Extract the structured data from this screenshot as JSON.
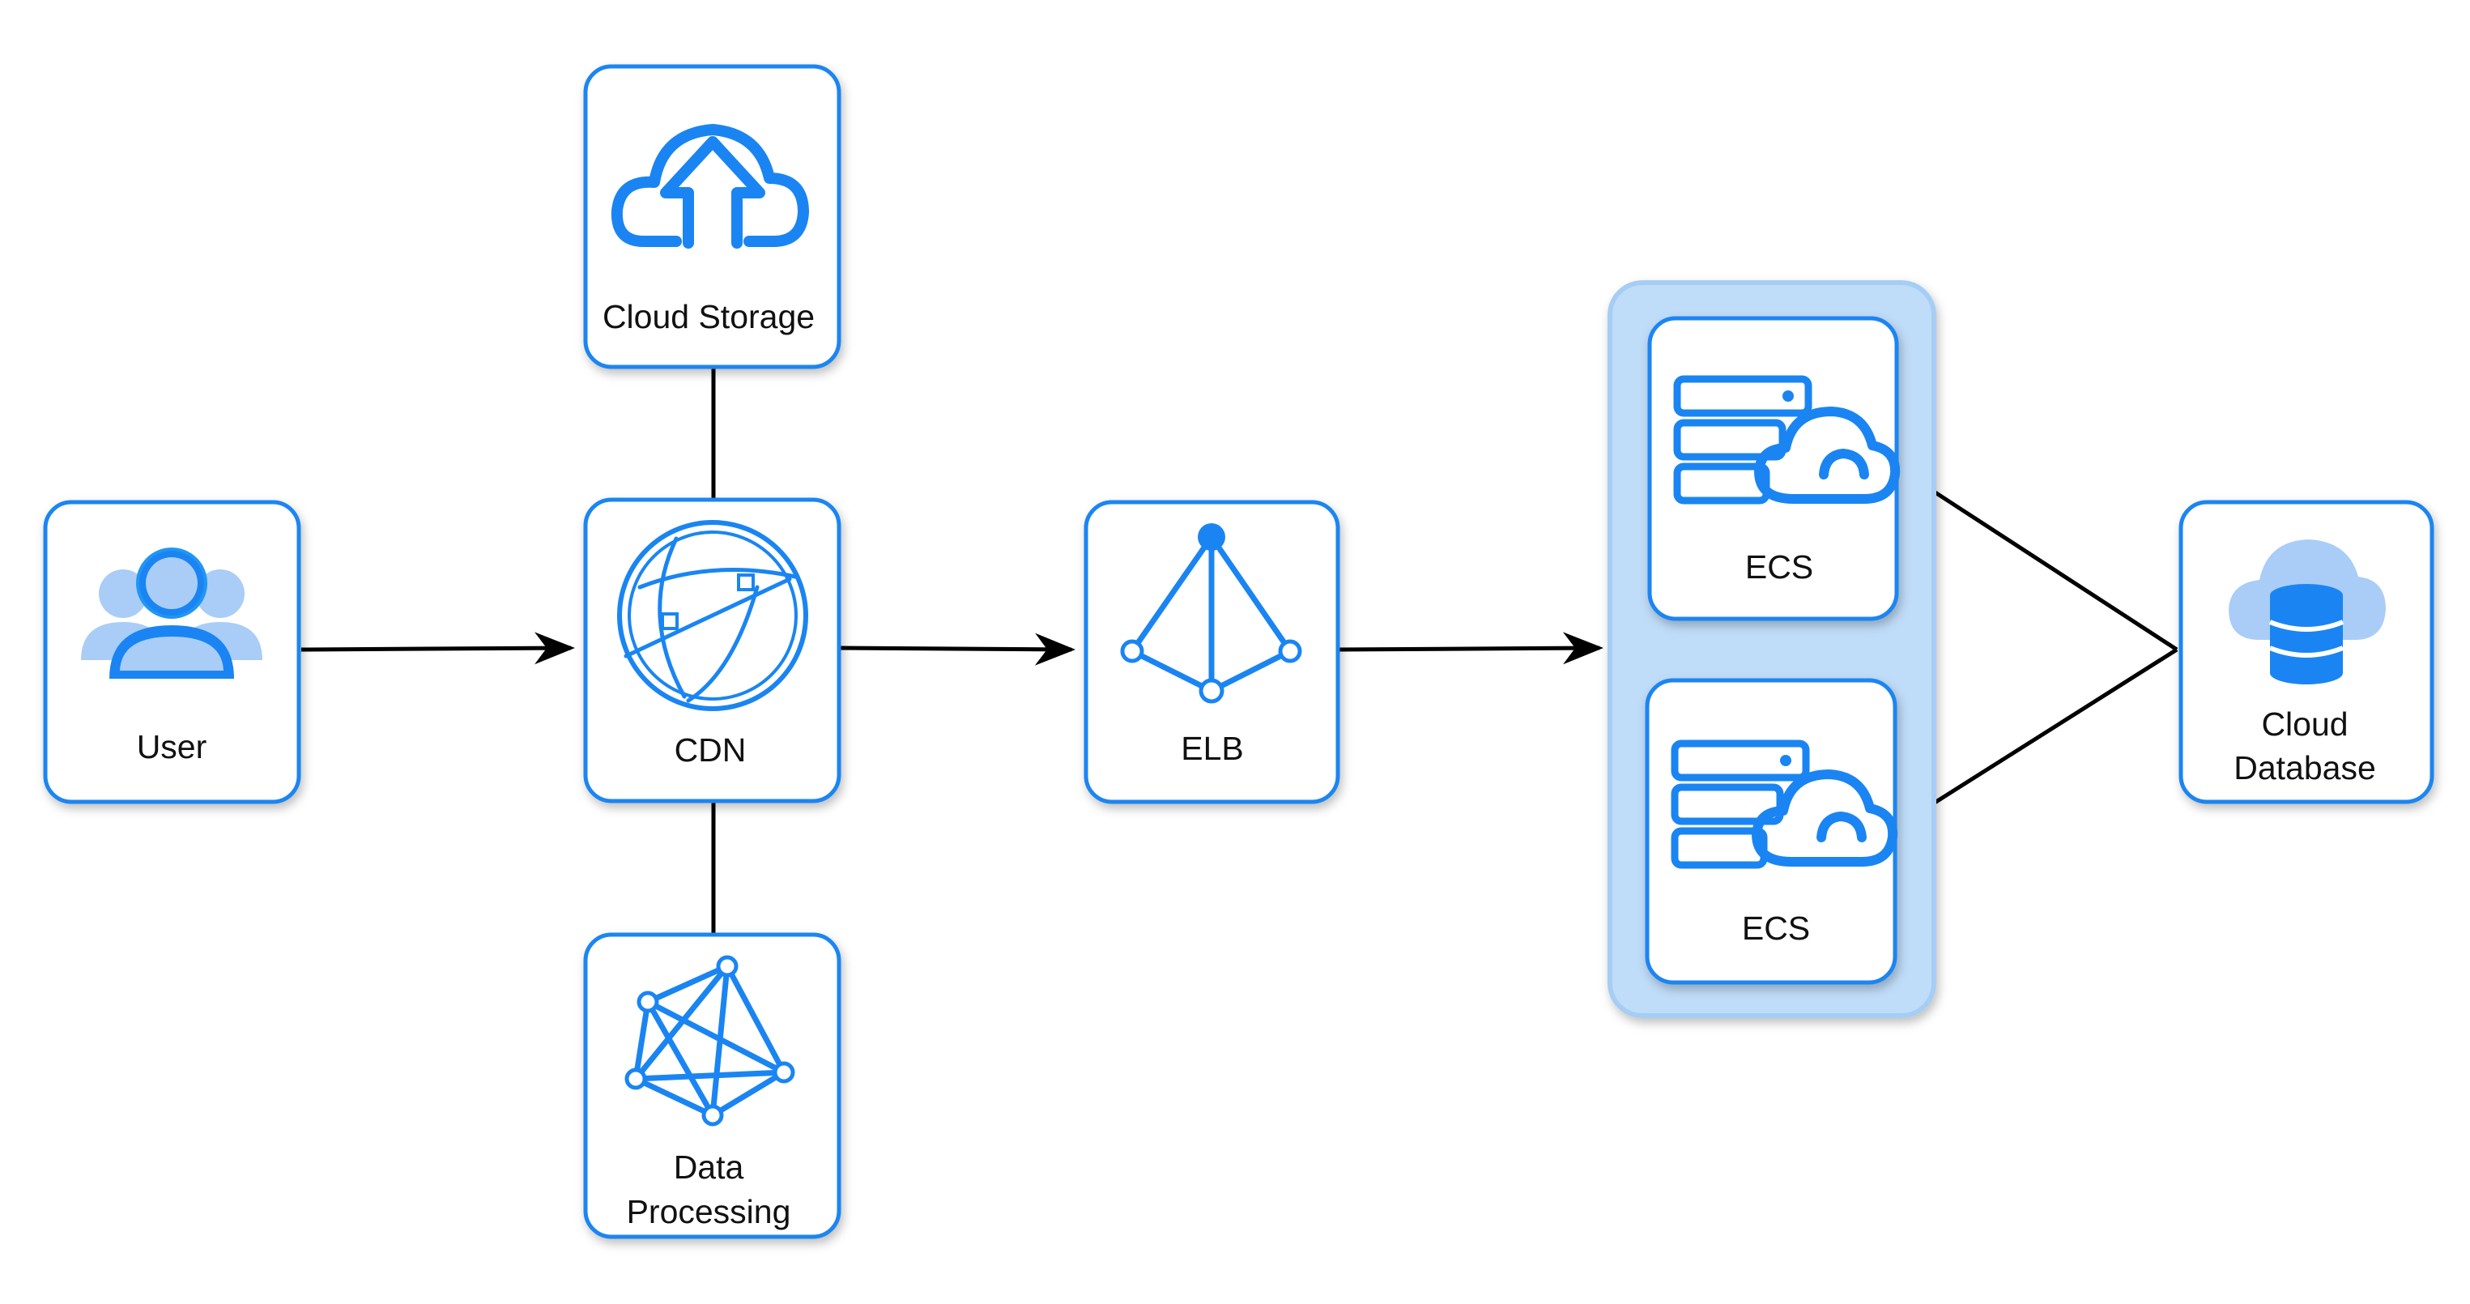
{
  "diagram": {
    "accent_color": "#1a85f2",
    "group_fill": "#bfdcf8",
    "edge_color": "#000000",
    "nodes": {
      "user": {
        "label": "User",
        "icon": "users-icon"
      },
      "cdn": {
        "label": "CDN",
        "icon": "globe-network-icon"
      },
      "cloud_storage": {
        "label": "Cloud Storage",
        "icon": "cloud-upload-icon"
      },
      "data_processing": {
        "label_line1": "Data",
        "label_line2": "Processing",
        "icon": "mesh-network-icon"
      },
      "elb": {
        "label": "ELB",
        "icon": "load-balancer-icon"
      },
      "ecs_top": {
        "label": "ECS",
        "icon": "server-cloud-icon"
      },
      "ecs_bottom": {
        "label": "ECS",
        "icon": "server-cloud-icon"
      },
      "cloud_database": {
        "label_line1": "Cloud",
        "label_line2": "Database",
        "icon": "cloud-database-icon"
      }
    },
    "edges": [
      {
        "from": "User",
        "to": "CDN",
        "arrow": true
      },
      {
        "from": "CDN",
        "to": "ELB",
        "arrow": true
      },
      {
        "from": "ELB",
        "to": "ECS group",
        "arrow": true
      },
      {
        "from": "CDN",
        "to": "Cloud Storage",
        "arrow": false
      },
      {
        "from": "CDN",
        "to": "Data Processing",
        "arrow": false
      },
      {
        "from": "ECS",
        "to": "Cloud Database",
        "arrow": false
      },
      {
        "from": "ECS",
        "to": "Cloud Database",
        "arrow": false
      }
    ]
  }
}
